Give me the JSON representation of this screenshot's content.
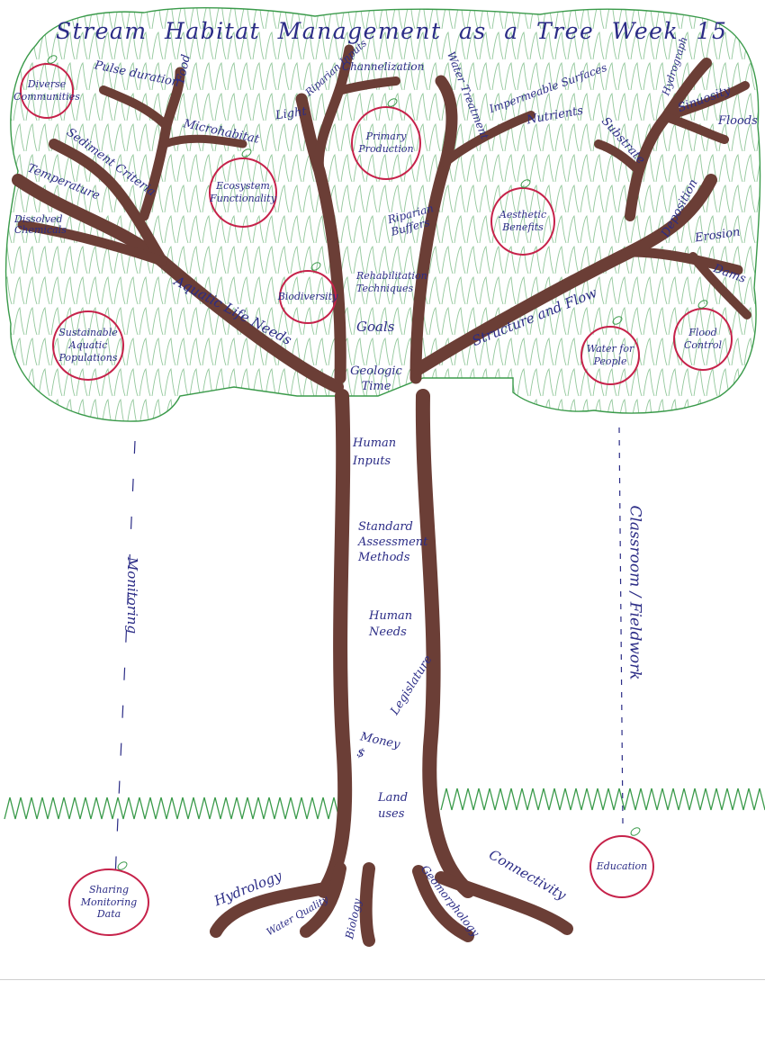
{
  "title": "Stream Habitat Management as a Tree Week 15",
  "colors": {
    "trunk": "#6b3e36",
    "canopy": "#3a9a4a",
    "fruit_outline": "#c6224a",
    "ink": "#2b2c86",
    "grass": "#3a9a4a",
    "dashed_line": "#2b2c86"
  },
  "branch_labels": {
    "pulse_duration": "Pulse duration",
    "food": "Food",
    "microhabitat": "Microhabitat",
    "sediment_criteria": "Sediment Criteria",
    "temperature": "Temperature",
    "dissolved_chemicals": "Dissolved Chemicals",
    "light": "Light",
    "riparian_inputs": "Riparian Inputs",
    "channelization": "Channelization",
    "water_treatment": "Water Treatment",
    "impermeable_surfaces": "Impermeable Surfaces",
    "nutrients": "Nutrients",
    "hydrograph": "Hydrograph",
    "sinuosity": "Sinuosity",
    "floods": "Floods",
    "substrate": "Substrate",
    "deposition": "Deposition",
    "erosion": "Erosion",
    "dams": "Dams",
    "riparian_buffers": "Riparian Buffers",
    "rehabilitation_techniques": "Rehabilitation Techniques",
    "aquatic_life_needs": "Aquatic Life Needs",
    "structure_and_flow": "Structure and Flow"
  },
  "trunk_labels": {
    "goals": "Goals",
    "geologic_time": "Geologic Time",
    "human_inputs": "Human Inputs",
    "standard_assessment_methods": "Standard Assessment Methods",
    "human_needs": "Human Needs",
    "legislature": "Legislature",
    "money": "Money $",
    "land_uses": "Land uses"
  },
  "root_labels": {
    "hydrology": "Hydrology",
    "water_quality": "Water Quality",
    "biology": "Biology",
    "geomorphology": "Geomorphology",
    "connectivity": "Connectivity"
  },
  "fruits": {
    "diverse_communities": "Diverse Communities",
    "ecosystem_functionality": "Ecosystem Functionality",
    "primary_production": "Primary Production",
    "aesthetic_benefits": "Aesthetic Benefits",
    "biodiversity": "Biodiversity",
    "sustainable_aquatic_populations": "Sustainable Aquatic Populations",
    "water_for_people": "Water for People",
    "flood_control": "Flood Control",
    "education": "Education",
    "sharing_monitoring_data": "Sharing Monitoring Data"
  },
  "side_labels": {
    "monitoring": "Monitoring",
    "classroom_fieldwork": "Classroom / Fieldwork"
  }
}
